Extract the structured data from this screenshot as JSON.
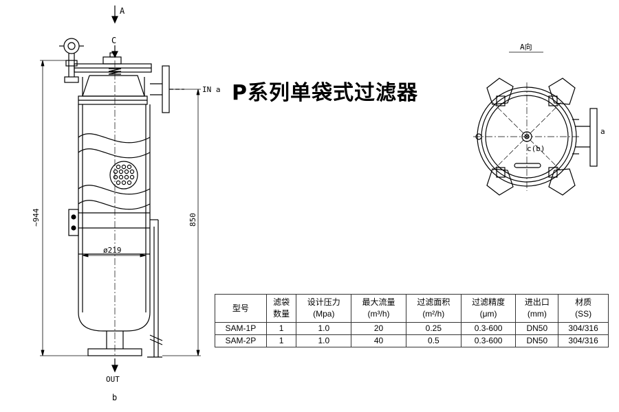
{
  "title": "P系列单袋式过滤器",
  "labels": {
    "view_a_arrow": "A",
    "top_c": "C",
    "inlet": "IN a",
    "outlet": "OUT",
    "bottom_b": "b",
    "height_total": "~944",
    "height_body": "850",
    "diameter": "ø219",
    "view_a_title": "A向",
    "center_label": "c(b)",
    "side_a": "a"
  },
  "table": {
    "headers": [
      {
        "line1": "型号",
        "line2": ""
      },
      {
        "line1": "滤袋",
        "line2": "数量"
      },
      {
        "line1": "设计压力",
        "line2": "(Mpa)"
      },
      {
        "line1": "最大流量",
        "line2": "(m³/h)"
      },
      {
        "line1": "过滤面积",
        "line2": "(m²/h)"
      },
      {
        "line1": "过滤精度",
        "line2": "(μm)"
      },
      {
        "line1": "进出口",
        "line2": "(mm)"
      },
      {
        "line1": "材质",
        "line2": "(SS)"
      }
    ],
    "rows": [
      [
        "SAM-1P",
        "1",
        "1.0",
        "20",
        "0.25",
        "0.3-600",
        "DN50",
        "304/316"
      ],
      [
        "SAM-2P",
        "1",
        "1.0",
        "40",
        "0.5",
        "0.3-600",
        "DN50",
        "304/316"
      ]
    ]
  }
}
